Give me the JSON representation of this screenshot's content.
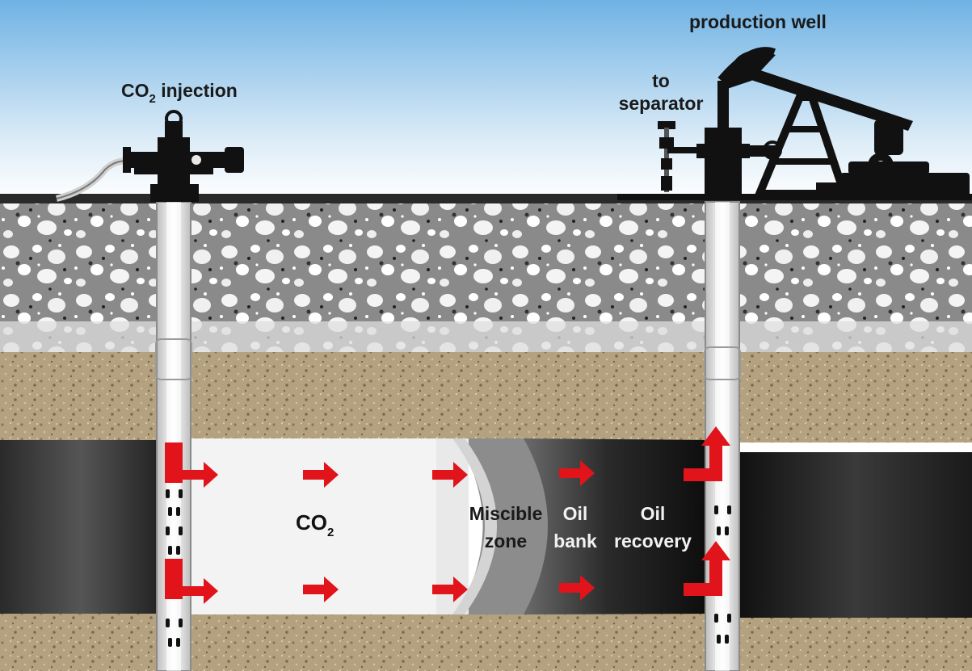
{
  "labels": {
    "injection": {
      "text": "CO",
      "subscript": "2",
      "suffix": " injection"
    },
    "production_well": "production well",
    "to_separator_line1": "to",
    "to_separator_line2": "separator",
    "co2_zone": {
      "text": "CO",
      "subscript": "2"
    },
    "miscible_line1": "Miscible",
    "miscible_line2": "zone",
    "oil_bank_line1": "Oil",
    "oil_bank_line2": "bank",
    "oil_recovery_line1": "Oil",
    "oil_recovery_line2": "recovery"
  },
  "colors": {
    "sky_top": "#6fb2e4",
    "sky_bottom": "#ffffff",
    "ground_line": "#222222",
    "caprock": "#7f7f7f",
    "pebbles": "#f4f4f4",
    "sand": "#b5a382",
    "reservoir_oil": "#0f0f0f",
    "co2_zone": "#f2f2f2",
    "miscible_zone": "#8c8c8c",
    "arrow": "#e0141a",
    "well_casing": "#ececec"
  },
  "icons": [
    "injection-wellhead-icon",
    "pumpjack-icon",
    "separator-valve-icon",
    "flow-arrow-icon"
  ]
}
